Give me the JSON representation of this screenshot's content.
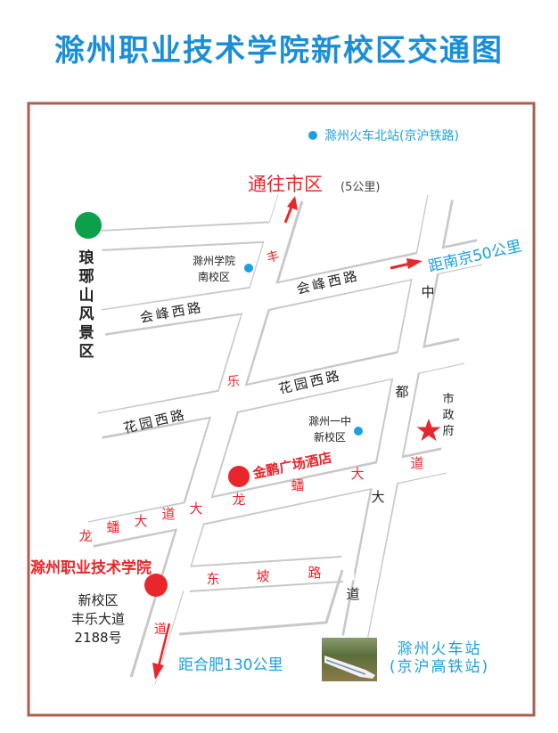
{
  "title": "滁州职业技术学院新校区交通图",
  "colors": {
    "title": "#1b8fd6",
    "red": "#e8262b",
    "blue": "#1ba0e0",
    "green": "#0ba14b",
    "border": "#a8604c",
    "road": "#c8c8c8"
  },
  "landmarks": {
    "north_station": "滁州火车北站(京沪铁路)",
    "to_city": "通往市区",
    "to_city_distance": "(5公里)",
    "to_nanjing": "距南京50公里",
    "to_hefei": "距合肥130公里",
    "langya": [
      "琅",
      "琊",
      "山",
      "风",
      "景",
      "区"
    ],
    "south_campus": [
      "滁州学院",
      "南校区"
    ],
    "no1_middle": [
      "滁州一中",
      "新校区"
    ],
    "government": [
      "市",
      "政",
      "府"
    ],
    "hotel": "金鹏广场酒店",
    "school": "滁州职业技术学院",
    "school_address": [
      "新校区",
      "丰乐大道",
      "2188号"
    ],
    "station": [
      "滁州火车站",
      "(京沪高铁站)"
    ]
  },
  "roads": {
    "fengle": [
      "丰",
      "乐",
      "道"
    ],
    "huifeng_left": "会峰西路",
    "huifeng_right": "会峰西路",
    "huayuan_left": "花园西路",
    "huayuan_right": "花园西路",
    "zhongdu": [
      "中",
      "都",
      "大",
      "道"
    ],
    "longpan_left": [
      "龙",
      "蟠",
      "大",
      "道"
    ],
    "longpan_right": [
      "大",
      "龙",
      "蟠",
      "大",
      "道"
    ],
    "dongpo": [
      "东",
      "坡",
      "路"
    ]
  }
}
